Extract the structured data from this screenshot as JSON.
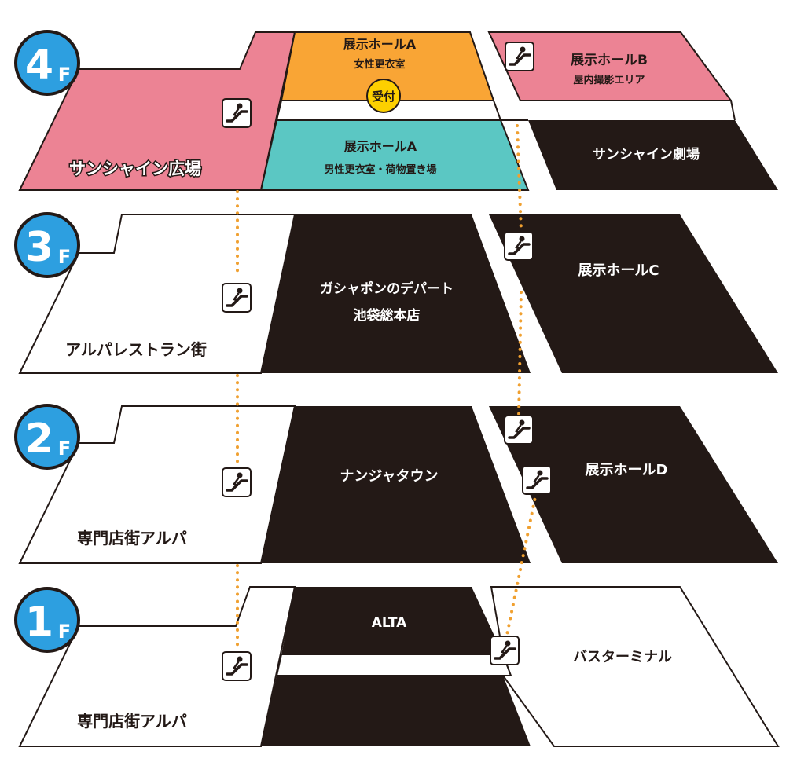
{
  "colors": {
    "pink": "#ec8394",
    "orange": "#f9a535",
    "teal": "#5bc7c3",
    "dark": "#231916",
    "white": "#ffffff",
    "outline": "#231916",
    "badge_blue": "#2d9fe0",
    "badge_yellow": "#fdd000",
    "dot_orange": "#f0a030"
  },
  "floors": {
    "4": {
      "num": "4",
      "suffix": "F",
      "hall_a_reception_title": "展示ホールA",
      "hall_a_reception_sub": "女性更衣室",
      "reception_badge": "受付",
      "hall_a_lower_title": "展示ホールA",
      "hall_a_lower_sub": "男性更衣室・荷物置き場",
      "plaza": "サンシャイン広場",
      "hall_b_title": "展示ホールB",
      "hall_b_sub": "屋内撮影エリア",
      "theater": "サンシャイン劇場"
    },
    "3": {
      "num": "3",
      "suffix": "F",
      "restaurants": "アルパレストラン街",
      "gashapon_line1": "ガシャポンのデパート",
      "gashapon_line2": "池袋総本店",
      "hall_c": "展示ホールC"
    },
    "2": {
      "num": "2",
      "suffix": "F",
      "alpa": "専門店街アルパ",
      "namja": "ナンジャタウン",
      "hall_d": "展示ホールD"
    },
    "1": {
      "num": "1",
      "suffix": "F",
      "alpa": "専門店街アルパ",
      "alta": "ALTA",
      "bus": "バスターミナル"
    }
  },
  "icons": {
    "escalator": "escalator-icon"
  }
}
